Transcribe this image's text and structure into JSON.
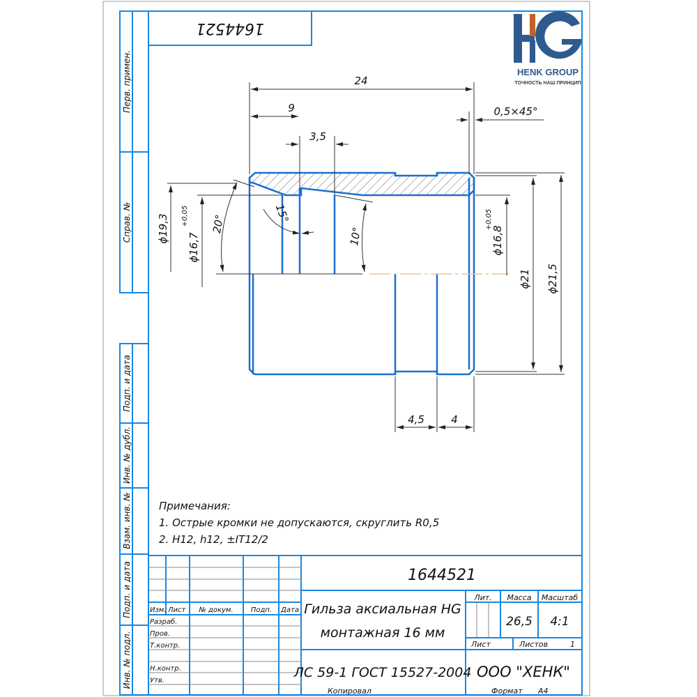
{
  "logo": {
    "letters": "HG",
    "name": "HENK GROUP",
    "tagline": "ТОЧНОСТЬ НАШ ПРИНЦИП"
  },
  "colors": {
    "frame": "#1a86e0",
    "part": "#1a6fd0",
    "dim": "#333333",
    "logo_blue": "#2e5a8e",
    "logo_orange": "#c0622a"
  },
  "side_strip": {
    "perv_primen": "Перв. примен.",
    "sprav_no": "Справ. №",
    "podp_data_1": "Подп. и дата",
    "inv_dubl": "Инв. № дубл.",
    "vzam_inv": "Взам. инв. №",
    "podp_data_2": "Подп. и дата",
    "inv_podl": "Инв. № подл."
  },
  "top_stamp": "1644521",
  "dimensions": {
    "d24": "24",
    "d9": "9",
    "d35": "3,5",
    "chamfer": "0,5×45°",
    "dia193": "ϕ19,3",
    "dia167": "ϕ16,7",
    "tol167": "+0,05",
    "ang20": "20°",
    "ang15": "15°",
    "ang10": "10°",
    "dia168": "ϕ16,8",
    "tol168": "+0,05",
    "dia21": "ϕ21",
    "dia215": "ϕ21,5",
    "d45": "4,5",
    "d4": "4"
  },
  "notes": {
    "title": "Примечания:",
    "items": [
      "1. Острые кромки не допускаются, скруглить R0,5",
      "2. H12, h12, ±IT12/2"
    ]
  },
  "title_block": {
    "doc_number": "1644521",
    "headers": {
      "izm": "Изм.",
      "list": "Лист",
      "doc_no": "№ докум.",
      "podp": "Подп.",
      "data": "Дата"
    },
    "roles": {
      "razrab": "Разраб.",
      "prov": "Пров.",
      "tkontr": "Т.контр.",
      "nkontr": "Н.контр.",
      "utv": "Утв."
    },
    "name_line1": "Гильза аксиальная HG",
    "name_line2": "монтажная 16 мм",
    "lit_label": "Лит.",
    "mass_label": "Масса",
    "scale_label": "Масштаб",
    "mass": "26,5",
    "scale": "4:1",
    "sheet_label": "Лист",
    "sheets_label": "Листов",
    "sheets": "1",
    "material": "ЛС 59-1  ГОСТ 15527-2004",
    "company": "ООО \"ХЕНК\"",
    "copied": "Копировал",
    "format_label": "Формат",
    "format": "А4"
  }
}
